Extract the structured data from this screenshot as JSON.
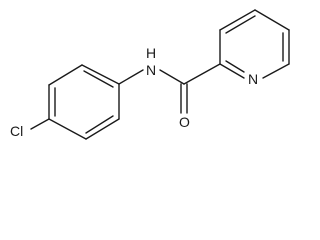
{
  "molecule": {
    "atoms": {
      "chlorine": "Cl",
      "amide_nitrogen": "N",
      "amide_hydrogen": "H",
      "carbonyl_oxygen": "O",
      "pyridine_nitrogen": "N"
    }
  }
}
